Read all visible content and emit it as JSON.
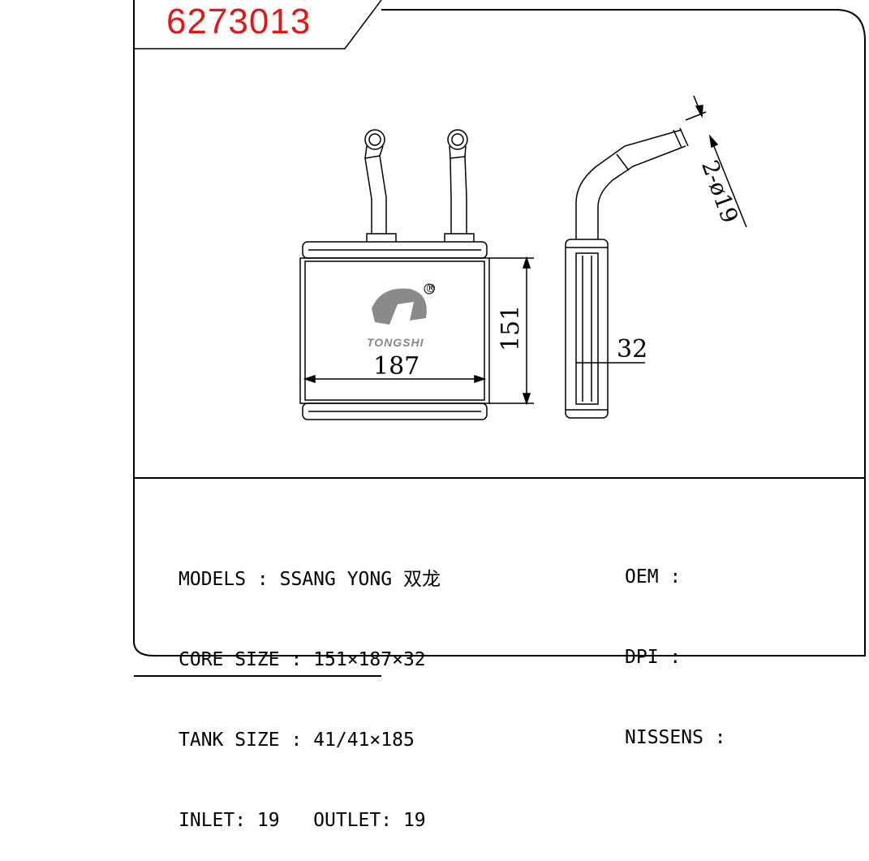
{
  "part_number": "6273013",
  "drawing": {
    "brand": "TONGSHI",
    "registered_mark": "®",
    "dimensions": {
      "width": "187",
      "height": "151",
      "depth": "32",
      "pipe": "2-ø19"
    }
  },
  "specs": {
    "left": [
      "MODELS : SSANG YONG 双龙",
      "CORE SIZE : 151×187×32",
      "TANK SIZE : 41/41×185",
      "INLET: 19   OUTLET: 19"
    ],
    "right": [
      "OEM :",
      "DPI :",
      "NISSENS :"
    ]
  },
  "colors": {
    "part_number": "#e01818",
    "line": "#000000",
    "logo": "#8a8a8a"
  }
}
